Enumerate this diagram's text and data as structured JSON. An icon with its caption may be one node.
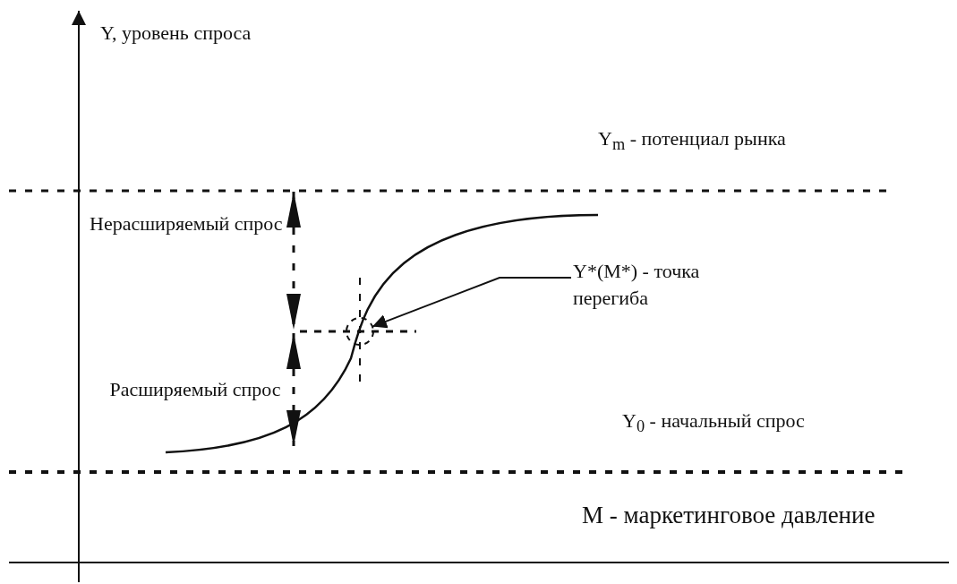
{
  "diagram": {
    "nodes": [
      {
        "text": [
          "Y*(M*) - точка перегиба"
        ]
      },
      {
        "text": [],
        "shape": "circle"
      }
    ],
    "edges": [
      {
        "from": 0,
        "to": 1,
        "arrow": "to"
      }
    ],
    "labels": [
      "Y, уровень спроса",
      "Y$_{m}$ - потенциал рынка",
      "Нерасширяемый спрос",
      "Расширяемый спрос",
      "Y$_{0}$ - начальный спрос",
      "M - маркетинговое давление"
    ]
  }
}
